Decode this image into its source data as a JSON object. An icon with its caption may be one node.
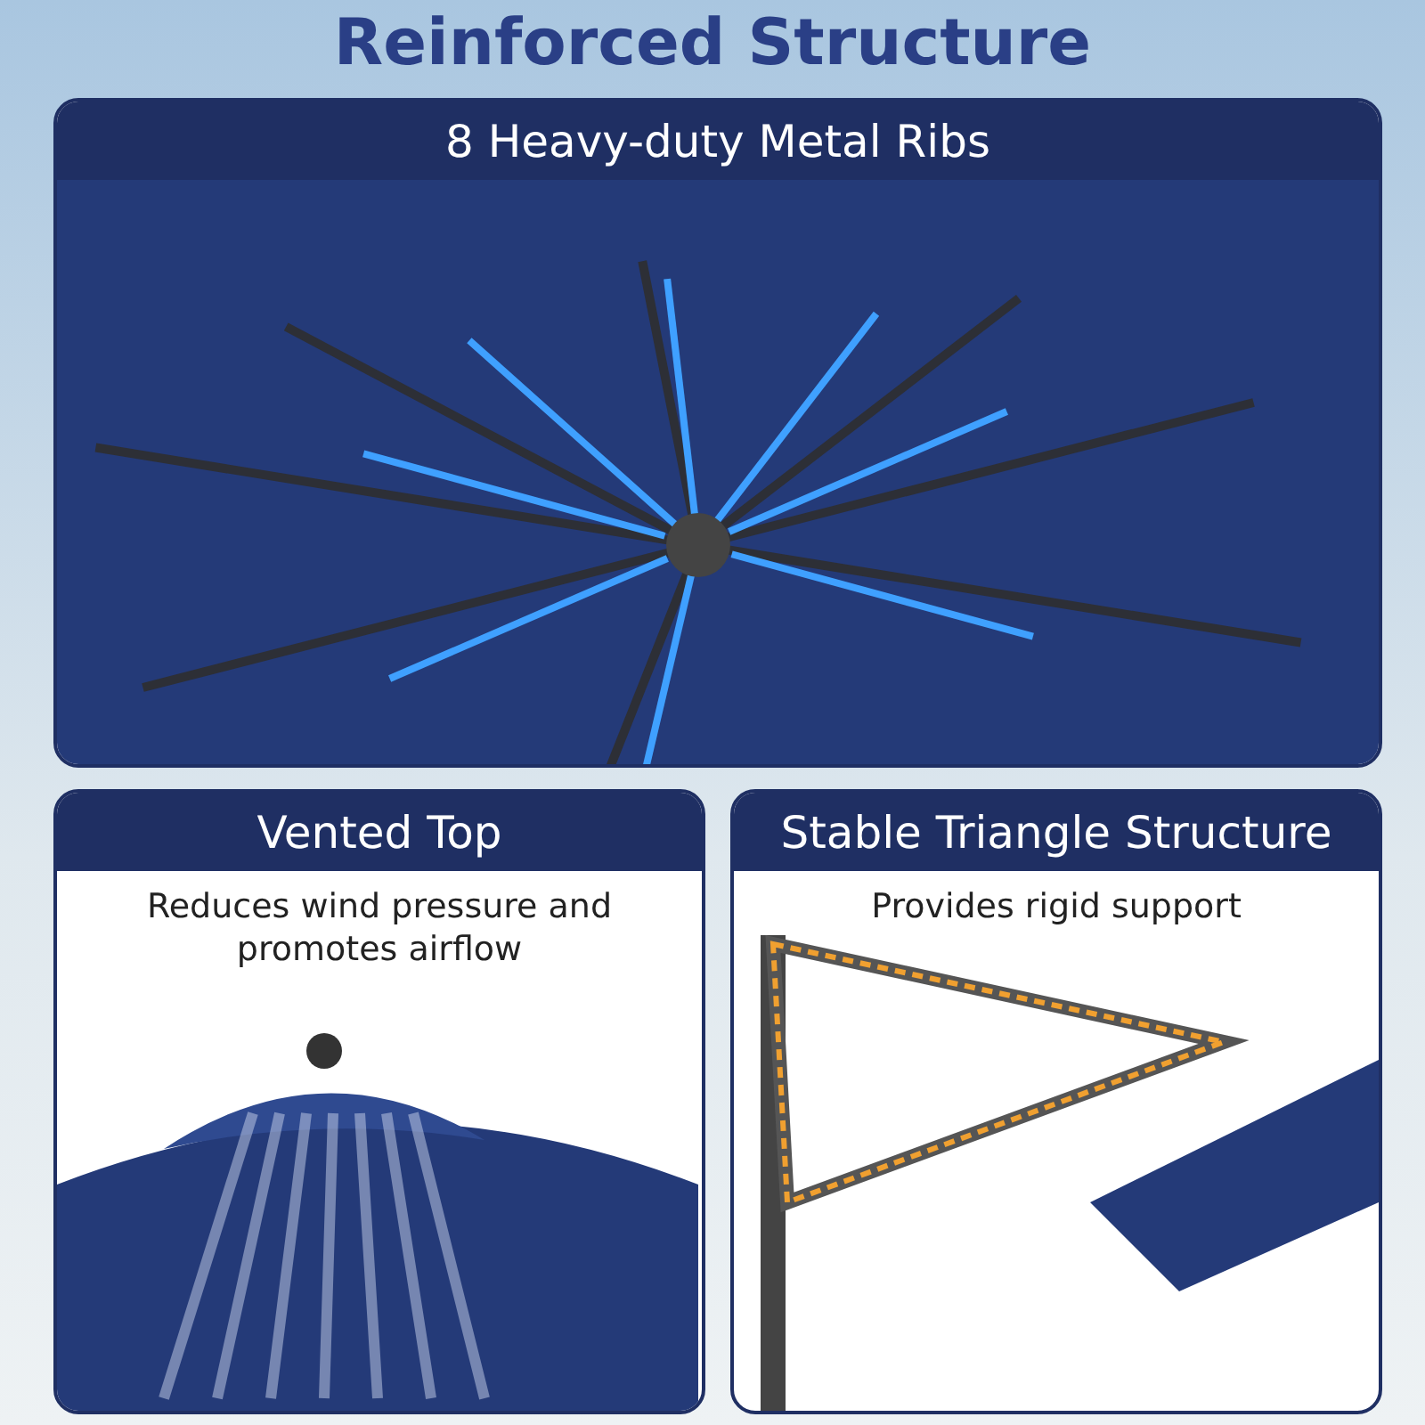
{
  "diagram": {
    "title": "Reinforced Structure",
    "nodes": [
      {
        "text": [
          "8 Heavy-duty Metal Ribs"
        ]
      },
      {
        "text": [
          "Vented Top",
          "Reduces wind pressure and promotes airflow"
        ]
      },
      {
        "text": [
          "Stable Triangle Structure",
          "Provides rigid support"
        ]
      }
    ]
  }
}
